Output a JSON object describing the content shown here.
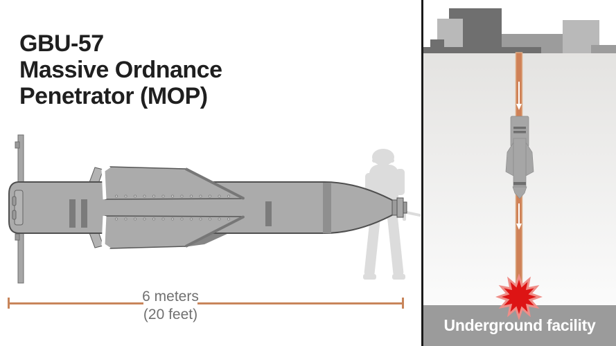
{
  "title": {
    "line1": "GBU-57",
    "line2": "Massive Ordnance",
    "line3": "Penetrator (MOP)"
  },
  "scale": {
    "meters": "6 meters",
    "feet": "(20 feet)"
  },
  "right_panel": {
    "facility_label": "Underground facility"
  },
  "icons": {
    "down_arrow": "white down-arrow on impact path",
    "explosion": "12-point red starburst",
    "soldier": "soldier silhouette for scale",
    "bomb_side": "GBU-57 bomb side view",
    "bomb_falling": "bomb falling nose-down",
    "buildings": "surface buildings skyline"
  },
  "colors": {
    "accent_orange": "#c8855a",
    "path_orange": "#cf8157",
    "path_orange_light": "#ddab85",
    "explosion_red": "#dd1414",
    "explosion_pink": "#ef8e88",
    "title_text": "#1f1f1f",
    "label_gray": "#707070",
    "facility_bar": "#9b9b9b",
    "facility_text": "#ffffff",
    "bomb_gray": "#ababab",
    "bomb_outline": "#4f4f4f",
    "bomb_detail_dark": "#7b7b7b",
    "silhouette_gray": "#dcdcdc",
    "building_dark": "#6f6f6f",
    "building_medium": "#9c9c9c",
    "building_light": "#b9b9b9",
    "ground_top": "#e4e3e1",
    "ground_bottom": "#fbfbfb",
    "divider": "#1a1a1a"
  }
}
